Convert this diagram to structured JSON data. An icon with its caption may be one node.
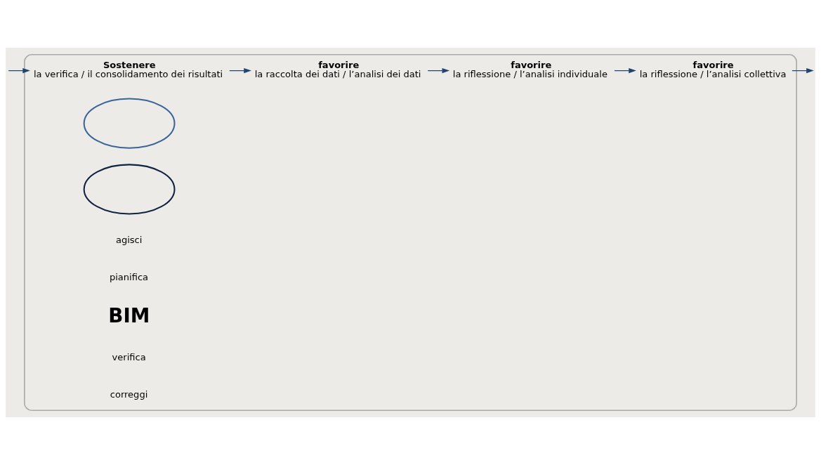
{
  "diagram": {
    "nodes": [
      {
        "text": [],
        "shape": "ellipse"
      },
      {
        "text": [
          "Sostenere",
          "la verifica / il consolidamento dei risultati"
        ],
        "in": 0
      },
      {
        "text": [
          "favorire",
          "la raccolta dei dati / l’analisi dei dati"
        ],
        "in": 0
      },
      {
        "text": [
          "favorire",
          "la riflessione / l’analisi individuale"
        ],
        "in": 0
      },
      {
        "text": [
          "favorire",
          "la riflessione / l’analisi collettiva"
        ],
        "in": 0
      },
      {
        "text": [],
        "shape": "ellipse",
        "in": 0
      },
      {
        "text": [],
        "shape": "ellipse",
        "in": 0
      }
    ],
    "edges": [
      {
        "from": 1,
        "to": 2,
        "arrow": "to"
      },
      {
        "from": 2,
        "to": 3,
        "arrow": "to"
      },
      {
        "from": 3,
        "to": 4,
        "arrow": "to"
      },
      {
        "from": 4,
        "to": null,
        "arrow": "to"
      },
      {
        "from": null,
        "to": 1,
        "arrow": "to"
      }
    ],
    "labels": [
      "agisci",
      "pianifica",
      "BIM",
      "verifica",
      "correggi"
    ]
  }
}
